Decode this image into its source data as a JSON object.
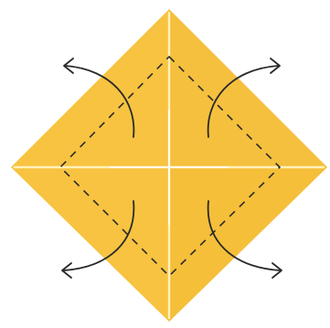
{
  "diagram": {
    "paper_color": "#F7C340",
    "crease_color": "#FFF1B8",
    "fold_line_color": "#2A2A2A",
    "arrow_color": "#2A2A2A",
    "background": "#FFFFFF",
    "fold_line_style": "dashed",
    "arrow_count": 4,
    "arrow_directions": [
      "up-left",
      "up-right",
      "down-left",
      "down-right"
    ]
  },
  "icons": {
    "arrow": "curved-arrow-icon"
  }
}
